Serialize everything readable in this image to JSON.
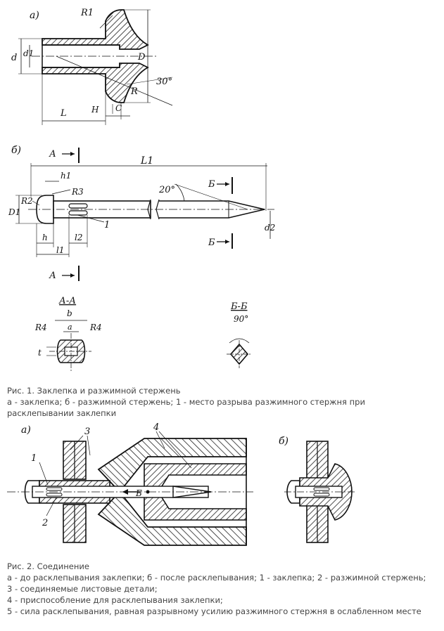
{
  "figure1": {
    "part_a_label": "а)",
    "part_b_label": "б)",
    "labels": {
      "R1": "R1",
      "d": "d",
      "d1": "d1",
      "D": "D",
      "R": "R",
      "angle30": "30°",
      "L": "L",
      "H": "H",
      "C": "C",
      "A": "А",
      "L1": "L1",
      "h1": "h1",
      "R3": "R3",
      "R2": "R2",
      "D1": "D1",
      "h": "h",
      "l1": "l1",
      "l2": "l2",
      "one": "1",
      "angle20": "20°",
      "B": "Б",
      "d2": "d2",
      "sectionAA": "А-А",
      "b": "b",
      "a": "a",
      "R4": "R4",
      "t": "t",
      "sectionBB": "Б-Б",
      "angle90": "90°"
    },
    "caption_title": "Рис. 1. Заклепка и разжимной стержень",
    "caption_lines": [
      "а - заклепка; б - разжимной стержень; 1 - место разрыва разжимного стержня при",
      "расклепывании заклепки"
    ]
  },
  "figure2": {
    "part_a_label": "а)",
    "part_b_label": "б)",
    "labels": {
      "one": "1",
      "two": "2",
      "three": "3",
      "four": "4",
      "B": "Б"
    },
    "caption_title": "Рис. 2. Соединение",
    "caption_lines": [
      "а - до расклепывания заклепки; б - после расклепывания; 1 - заклепка; 2 - разжимной стержень;",
      "3 - соединяемые листовые детали;",
      "4 - приспособление для расклепывания заклепки;",
      "5 - сила расклепывания, равная разрывному усилию разжимного стержня в ослабленном месте"
    ]
  }
}
